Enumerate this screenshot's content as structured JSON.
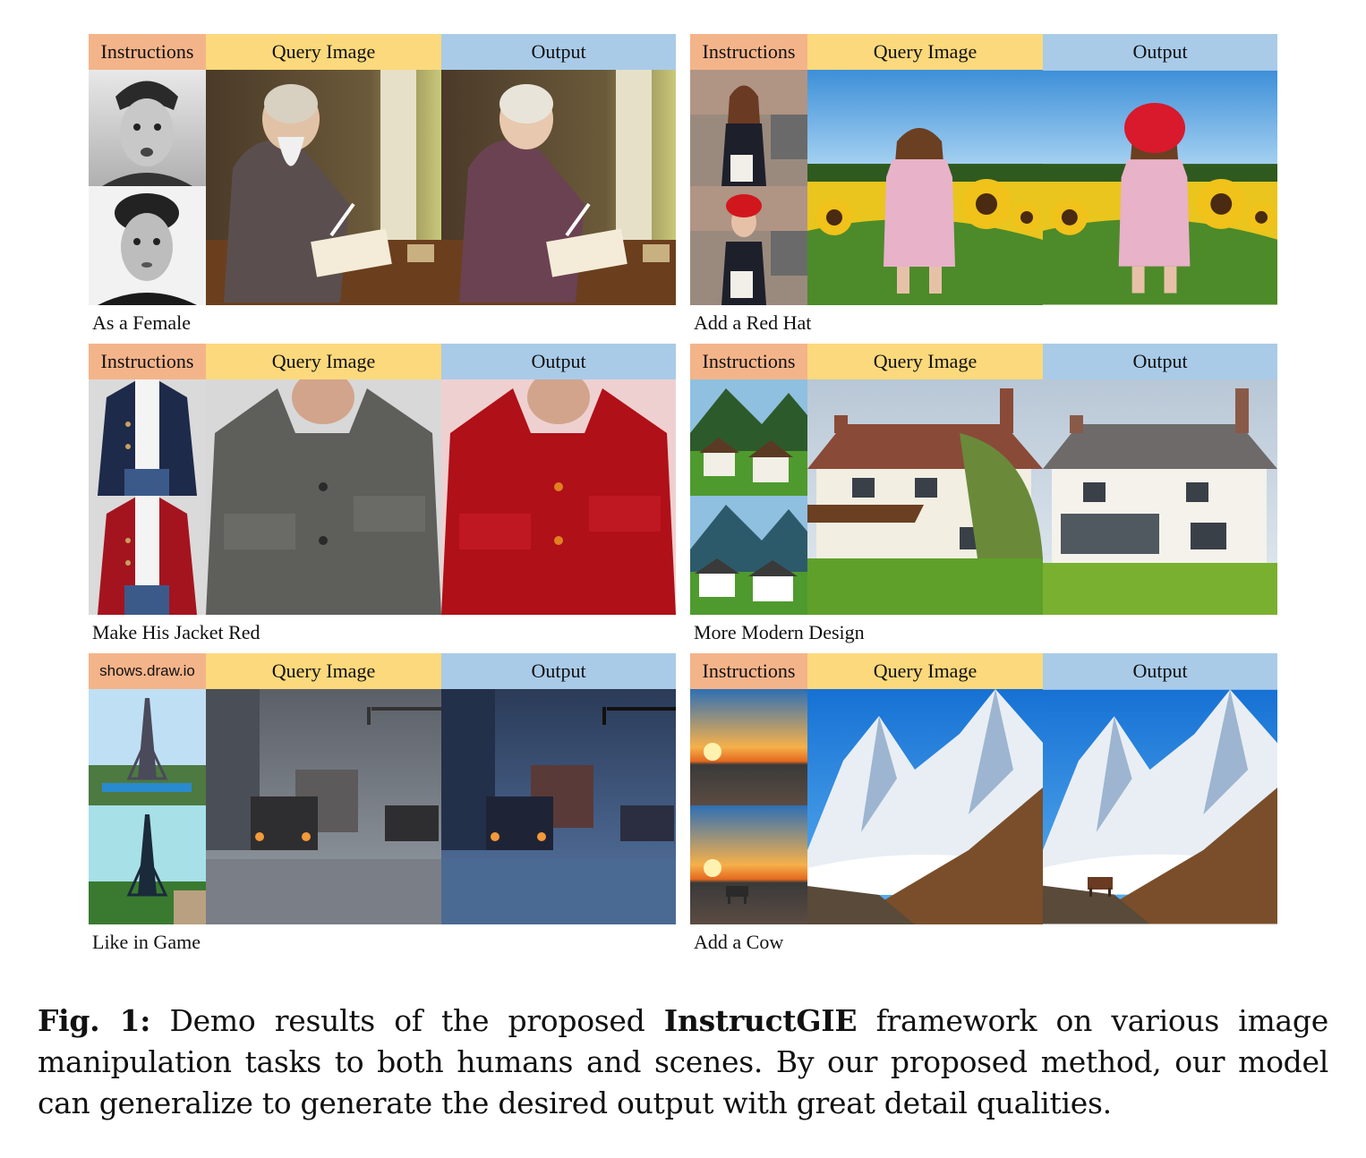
{
  "colors": {
    "instructions_header": "#f4b48a",
    "query_header": "#fcd97c",
    "output_header": "#a9cbe8"
  },
  "panels": [
    {
      "instructions_header": "Instructions",
      "query_header": "Query Image",
      "output_header": "Output",
      "caption": "As a Female",
      "thumbs": [
        "portrait-bw-boy",
        "portrait-bw-woman"
      ],
      "query": "old-man-writing",
      "output": "old-woman-writing"
    },
    {
      "instructions_header": "Instructions",
      "query_header": "Query Image",
      "output_header": "Output",
      "caption": "Add a Red Hat",
      "thumbs": [
        "businesswoman-street",
        "businesswoman-red-hat"
      ],
      "query": "girl-sunflower-field",
      "output": "girl-red-hat-sunflowers"
    },
    {
      "instructions_header": "Instructions",
      "query_header": "Query Image",
      "output_header": "Output",
      "caption": "Make His Jacket Red",
      "thumbs": [
        "navy-jacket",
        "red-jacket"
      ],
      "query": "grey-parka",
      "output": "red-parka"
    },
    {
      "instructions_header": "Instructions",
      "query_header": "Query Image",
      "output_header": "Output",
      "caption": "More Modern Design",
      "thumbs": [
        "alpine-village",
        "alpine-village-modern"
      ],
      "query": "cottage-house",
      "output": "modern-cottage"
    },
    {
      "instructions_header": "shows.draw.io",
      "query_header": "Query Image",
      "output_header": "Output",
      "caption": "Like in Game",
      "thumbs": [
        "eiffel-tower-photo",
        "eiffel-tower-game"
      ],
      "query": "rainy-street-cars",
      "output": "rainy-street-game"
    },
    {
      "instructions_header": "Instructions",
      "query_header": "Query Image",
      "output_header": "Output",
      "caption": "Add a Cow",
      "thumbs": [
        "beach-sunset",
        "beach-sunset-cow"
      ],
      "query": "snowy-mountains",
      "output": "snowy-mountains-cow"
    }
  ],
  "figure_caption": {
    "label": "Fig. 1:",
    "text_before": "Demo results of the proposed",
    "bold": "InstructGIE",
    "text_after": "framework on various image manipulation tasks to both humans and scenes. By our proposed method, our model can generalize to generate the desired output with great detail qualities."
  }
}
